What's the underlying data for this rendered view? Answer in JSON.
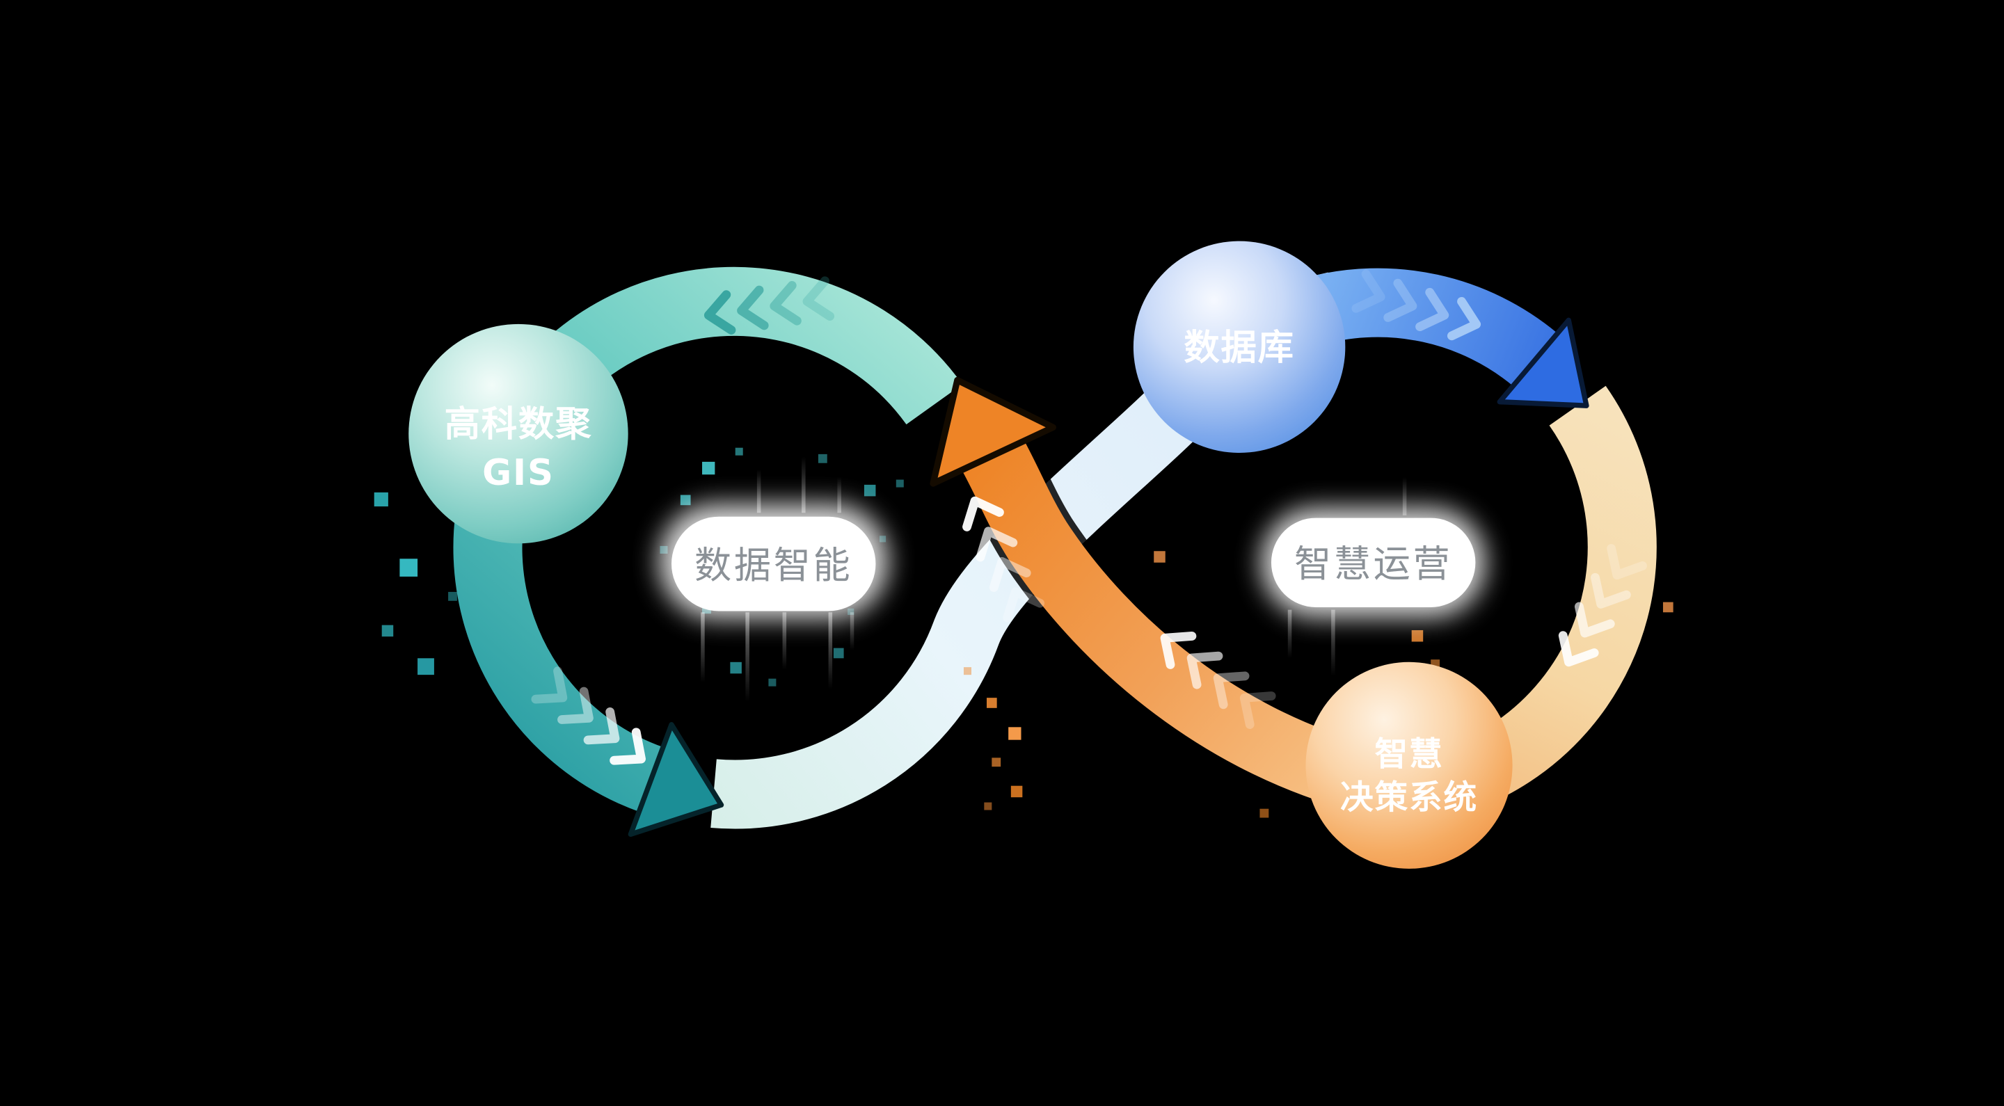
{
  "nodes": {
    "gis": {
      "line1": "高科数聚",
      "line2": "GIS"
    },
    "database": {
      "label": "数据库"
    },
    "decision": {
      "line1": "智慧",
      "line2": "决策系统"
    }
  },
  "stages": {
    "left": {
      "label": "数据智能"
    },
    "right": {
      "label": "智慧运营"
    }
  },
  "colors": {
    "background": "#000000",
    "teal_loop_light": "#a9e6d8",
    "teal_loop_dark": "#2b9fa4",
    "teal_arrowhead": "#1b8e96",
    "pale_segment": "#e9f5fb",
    "blue_arrow": "#2f6ae0",
    "cream_arc": "#f6d7a4",
    "orange_arrow": "#ee8426",
    "sphere_teal": "#5ab8b0",
    "sphere_blue": "#5590e4",
    "sphere_orange": "#ef9142",
    "stage_text": "#8b9197"
  }
}
